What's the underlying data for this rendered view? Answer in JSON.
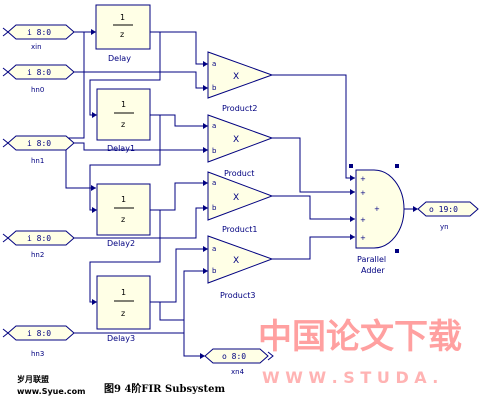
{
  "ports": {
    "xin": {
      "type": "i 8:0",
      "name": "xin"
    },
    "hn0": {
      "type": "i 8:0",
      "name": "hn0"
    },
    "hn1": {
      "type": "i 8:0",
      "name": "hn1"
    },
    "hn2": {
      "type": "i 8:0",
      "name": "hn2"
    },
    "hn3": {
      "type": "i 8:0",
      "name": "hn3"
    },
    "yn": {
      "type": "o 19:0",
      "name": "yn"
    },
    "xn4": {
      "type": "o 8:0",
      "name": "xn4"
    }
  },
  "delays": {
    "numerator": "1",
    "denominator": "z",
    "names": [
      "Delay",
      "Delay1",
      "Delay2",
      "Delay3"
    ]
  },
  "products": {
    "names": [
      "Product2",
      "Product",
      "Product1",
      "Product3"
    ],
    "op": "X",
    "in_a": "a",
    "in_b": "b"
  },
  "adder": {
    "name_line1": "Parallel",
    "name_line2": "Adder",
    "sign": "+"
  },
  "watermark": {
    "cn": "中国论文下载",
    "url": "W W W . S T U D A ."
  },
  "footer": {
    "site_cn": "岁月联盟",
    "site_url": "www.Syue.com",
    "caption": "图9  4阶FIR Subsystem"
  },
  "colors": {
    "wire": "#000080",
    "block_fill": "#ffffe6",
    "watermark": "#ff7f7f"
  }
}
